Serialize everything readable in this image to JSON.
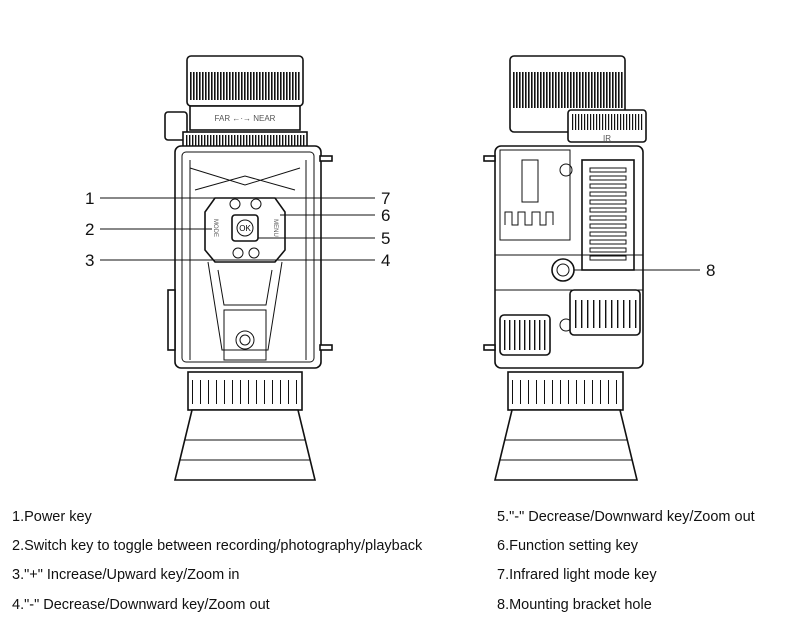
{
  "front_view": {
    "focus_label": "FAR ←·→ NEAR",
    "button_labels": {
      "ok": "OK",
      "mode": "MODE",
      "menu": "MENU"
    },
    "callouts": [
      "1",
      "2",
      "3",
      "4",
      "5",
      "6",
      "7"
    ]
  },
  "back_view": {
    "ir_label": "IR",
    "callouts": [
      "8"
    ]
  },
  "legend": {
    "left": [
      "1.Power key",
      "2.Switch key to toggle between recording/photography/playback",
      "3.\"+\" Increase/Upward key/Zoom in",
      "4.\"-\" Decrease/Downward key/Zoom out"
    ],
    "right": [
      "5.\"-\" Decrease/Downward key/Zoom out",
      "6.Function setting key",
      "7.Infrared light mode key",
      "8.Mounting bracket hole"
    ]
  }
}
